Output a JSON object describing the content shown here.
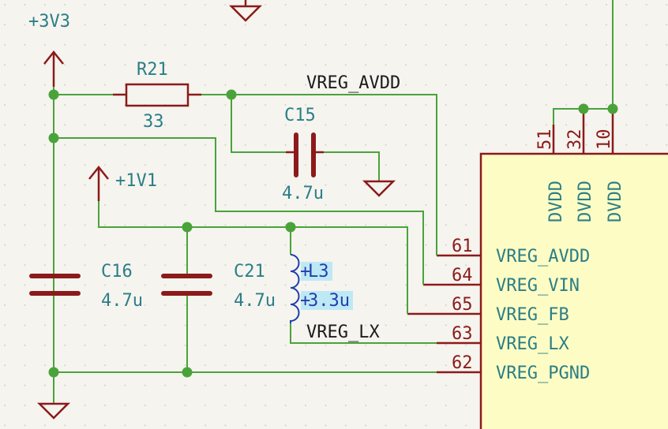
{
  "power": {
    "v33": "+3V3",
    "v11": "+1V1"
  },
  "components": {
    "r21": {
      "ref": "R21",
      "value": "33"
    },
    "c15": {
      "ref": "C15",
      "value": "4.7u"
    },
    "c16": {
      "ref": "C16",
      "value": "4.7u"
    },
    "c21": {
      "ref": "C21",
      "value": "4.7u"
    },
    "l3": {
      "ref": "L3",
      "value": "3.3u"
    }
  },
  "nets": {
    "vreg_avdd": "VREG_AVDD",
    "vreg_lx": "VREG_LX"
  },
  "ic": {
    "top_pins": [
      {
        "number": "51",
        "name": "DVDD"
      },
      {
        "number": "32",
        "name": "DVDD"
      },
      {
        "number": "10",
        "name": "DVDD"
      }
    ],
    "side_pins": [
      {
        "number": "61",
        "name": "VREG_AVDD"
      },
      {
        "number": "64",
        "name": "VREG_VIN"
      },
      {
        "number": "65",
        "name": "VREG_FB"
      },
      {
        "number": "63",
        "name": "VREG_LX"
      },
      {
        "number": "62",
        "name": "VREG_PGND"
      }
    ]
  },
  "colors": {
    "wire": "#4aa33a",
    "symbol": "#8c1a1a",
    "ic_fill": "#fdfcc4",
    "text_teal": "#2b7e86",
    "inductor": "#1f3fae",
    "background": "#f5f4ef"
  }
}
